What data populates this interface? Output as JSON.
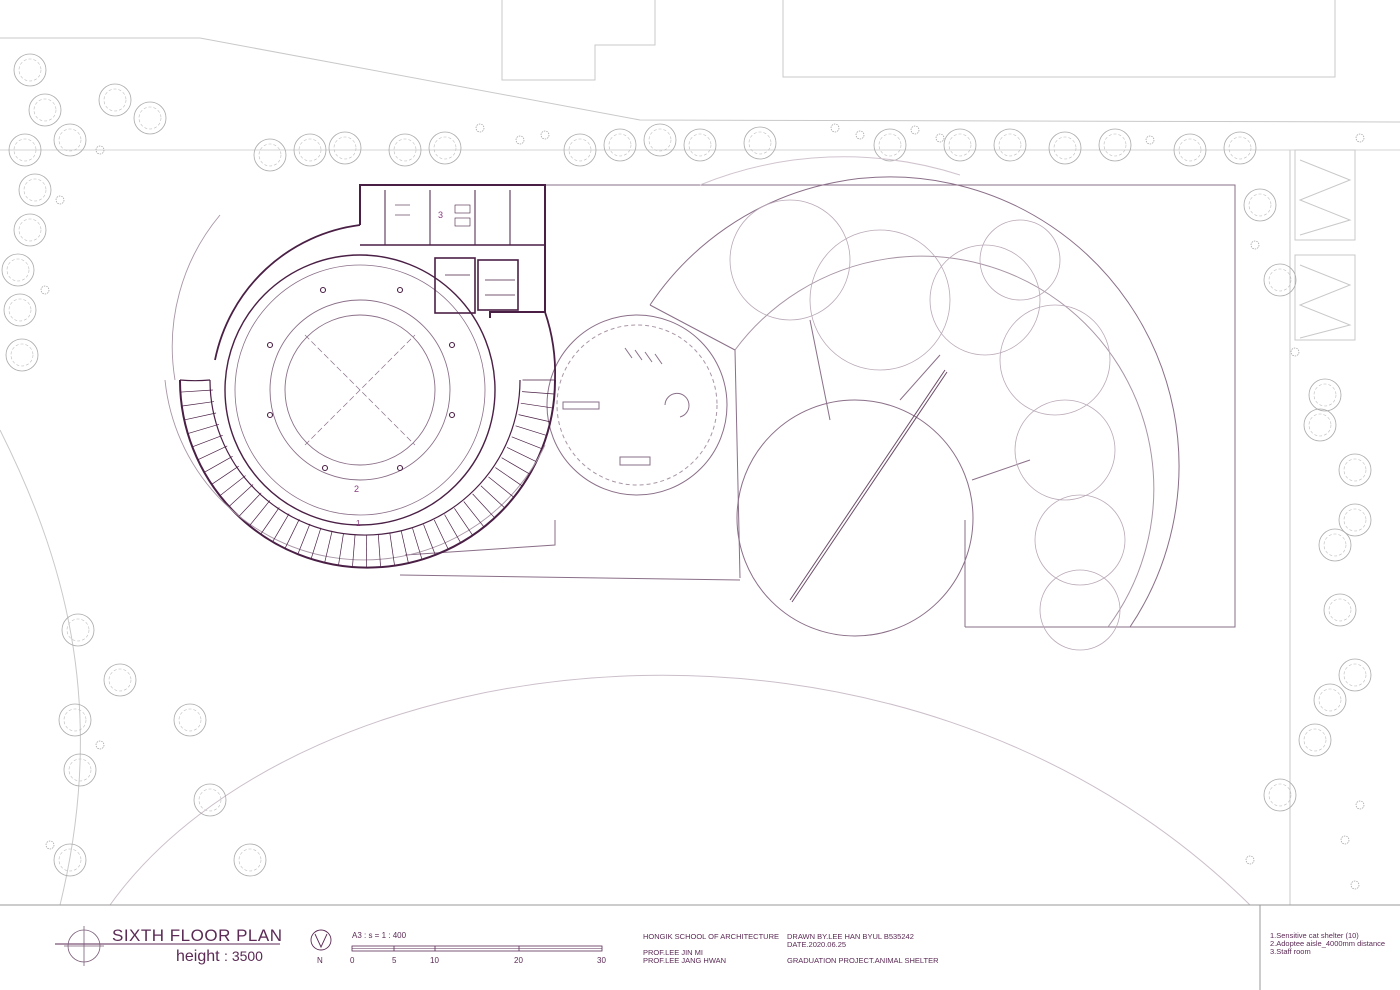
{
  "title_block": {
    "title": "SIXTH FLOOR PLAN",
    "height_label": "height",
    "height_value": ": 3500",
    "north": "N",
    "scale_text": "A3 : s = 1 : 400",
    "scale_ticks": [
      "0",
      "5",
      "10",
      "20",
      "30"
    ],
    "school": "HONGIK SCHOOL OF ARCHITECTURE",
    "prof1": "PROF.LEE JIN MI",
    "prof2": "PROF.LEE JANG HWAN",
    "drawn_by": "DRAWN BY.LEE HAN BYUL B535242",
    "date": "DATE.2020.06.25",
    "project": "GRADUATION PROJECT.ANIMAL SHELTER"
  },
  "legend": [
    "1.Sensitive cat shelter (10)",
    "2.Adoptee aisle_4000mm distance",
    "3.Staff room"
  ],
  "room_numbers": [
    "1",
    "2",
    "3"
  ],
  "colors": {
    "wall": "#4a1f45",
    "line": "#8a6f88",
    "light": "#c4b8c2",
    "tree": "#a9a9a9"
  }
}
